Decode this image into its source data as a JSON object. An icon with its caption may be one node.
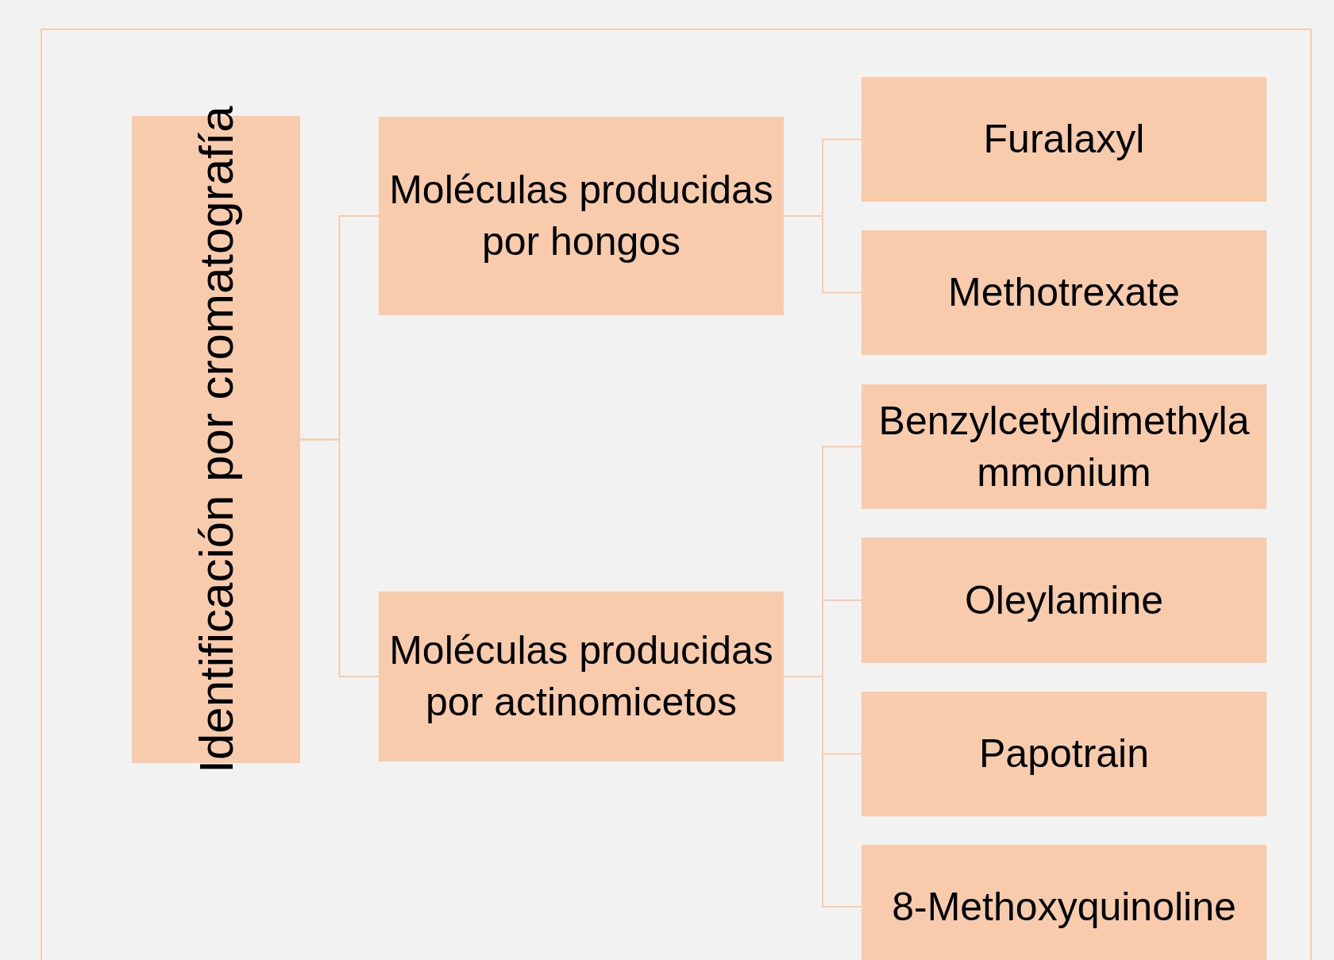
{
  "diagram": {
    "nodes": [
      {
        "text": [
          "Identificación por cromatografía"
        ]
      },
      {
        "text": [
          "Moléculas producidas por hongos"
        ]
      },
      {
        "text": [
          "Moléculas producidas por actinomicetos"
        ]
      },
      {
        "text": [
          "Furalaxyl"
        ]
      },
      {
        "text": [
          "Methotrexate"
        ]
      },
      {
        "text": [
          "Benzylcetyldimethylammonium"
        ]
      },
      {
        "text": [
          "Oleylamine"
        ]
      },
      {
        "text": [
          "Papotrain"
        ]
      },
      {
        "text": [
          "8-Methoxyquinoline"
        ]
      }
    ],
    "edges": [
      {
        "from": 0,
        "to": 1,
        "arrow": "none"
      },
      {
        "from": 0,
        "to": 2,
        "arrow": "none"
      },
      {
        "from": 1,
        "to": 3,
        "arrow": "none"
      },
      {
        "from": 1,
        "to": 4,
        "arrow": "none"
      },
      {
        "from": 2,
        "to": 5,
        "arrow": "none"
      },
      {
        "from": 2,
        "to": 6,
        "arrow": "none"
      },
      {
        "from": 2,
        "to": 7,
        "arrow": "none"
      },
      {
        "from": 2,
        "to": 8,
        "arrow": "none"
      }
    ]
  }
}
